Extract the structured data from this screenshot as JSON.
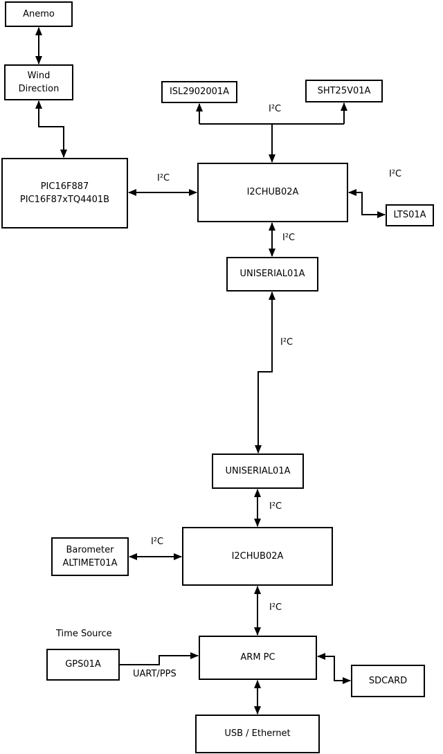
{
  "colors": {
    "background": "#ffffff",
    "box_fill": "#ffffff",
    "box_border": "#000000",
    "line": "#000000",
    "text": "#000000"
  },
  "nodes": {
    "anemo": {
      "label": "Anemo"
    },
    "wind_direction": {
      "label": "Wind\nDirection"
    },
    "pic": {
      "label": "PIC16F887\nPIC16F87xTQ4401B"
    },
    "isl2902001a": {
      "label": "ISL2902001A"
    },
    "sht25v01a": {
      "label": "SHT25V01A"
    },
    "i2chub_1": {
      "label": "I2CHUB02A"
    },
    "lts01a": {
      "label": "LTS01A"
    },
    "uniserial_1": {
      "label": "UNISERIAL01A"
    },
    "uniserial_2": {
      "label": "UNISERIAL01A"
    },
    "i2chub_2": {
      "label": "I2CHUB02A"
    },
    "barometer": {
      "label": "Barometer\nALTIMET01A"
    },
    "gps01a": {
      "label": "GPS01A"
    },
    "arm_pc": {
      "label": "ARM PC"
    },
    "sdcard": {
      "label": "SDCARD"
    },
    "usb_ethernet": {
      "label": "USB / Ethernet"
    }
  },
  "edge_labels": {
    "hub1_to_sensors": "I²C",
    "pic_to_hub1": "I²C",
    "hub1_to_lts": "I²C",
    "hub1_to_uniserial1": "I²C",
    "uniserial1_to_uniserial2": "I²C",
    "uniserial2_to_hub2": "I²C",
    "barometer_to_hub2": "I²C",
    "hub2_to_armpc": "I²C",
    "gps_to_armpc": "UART/PPS"
  },
  "annotations": {
    "time_source": "Time Source"
  }
}
